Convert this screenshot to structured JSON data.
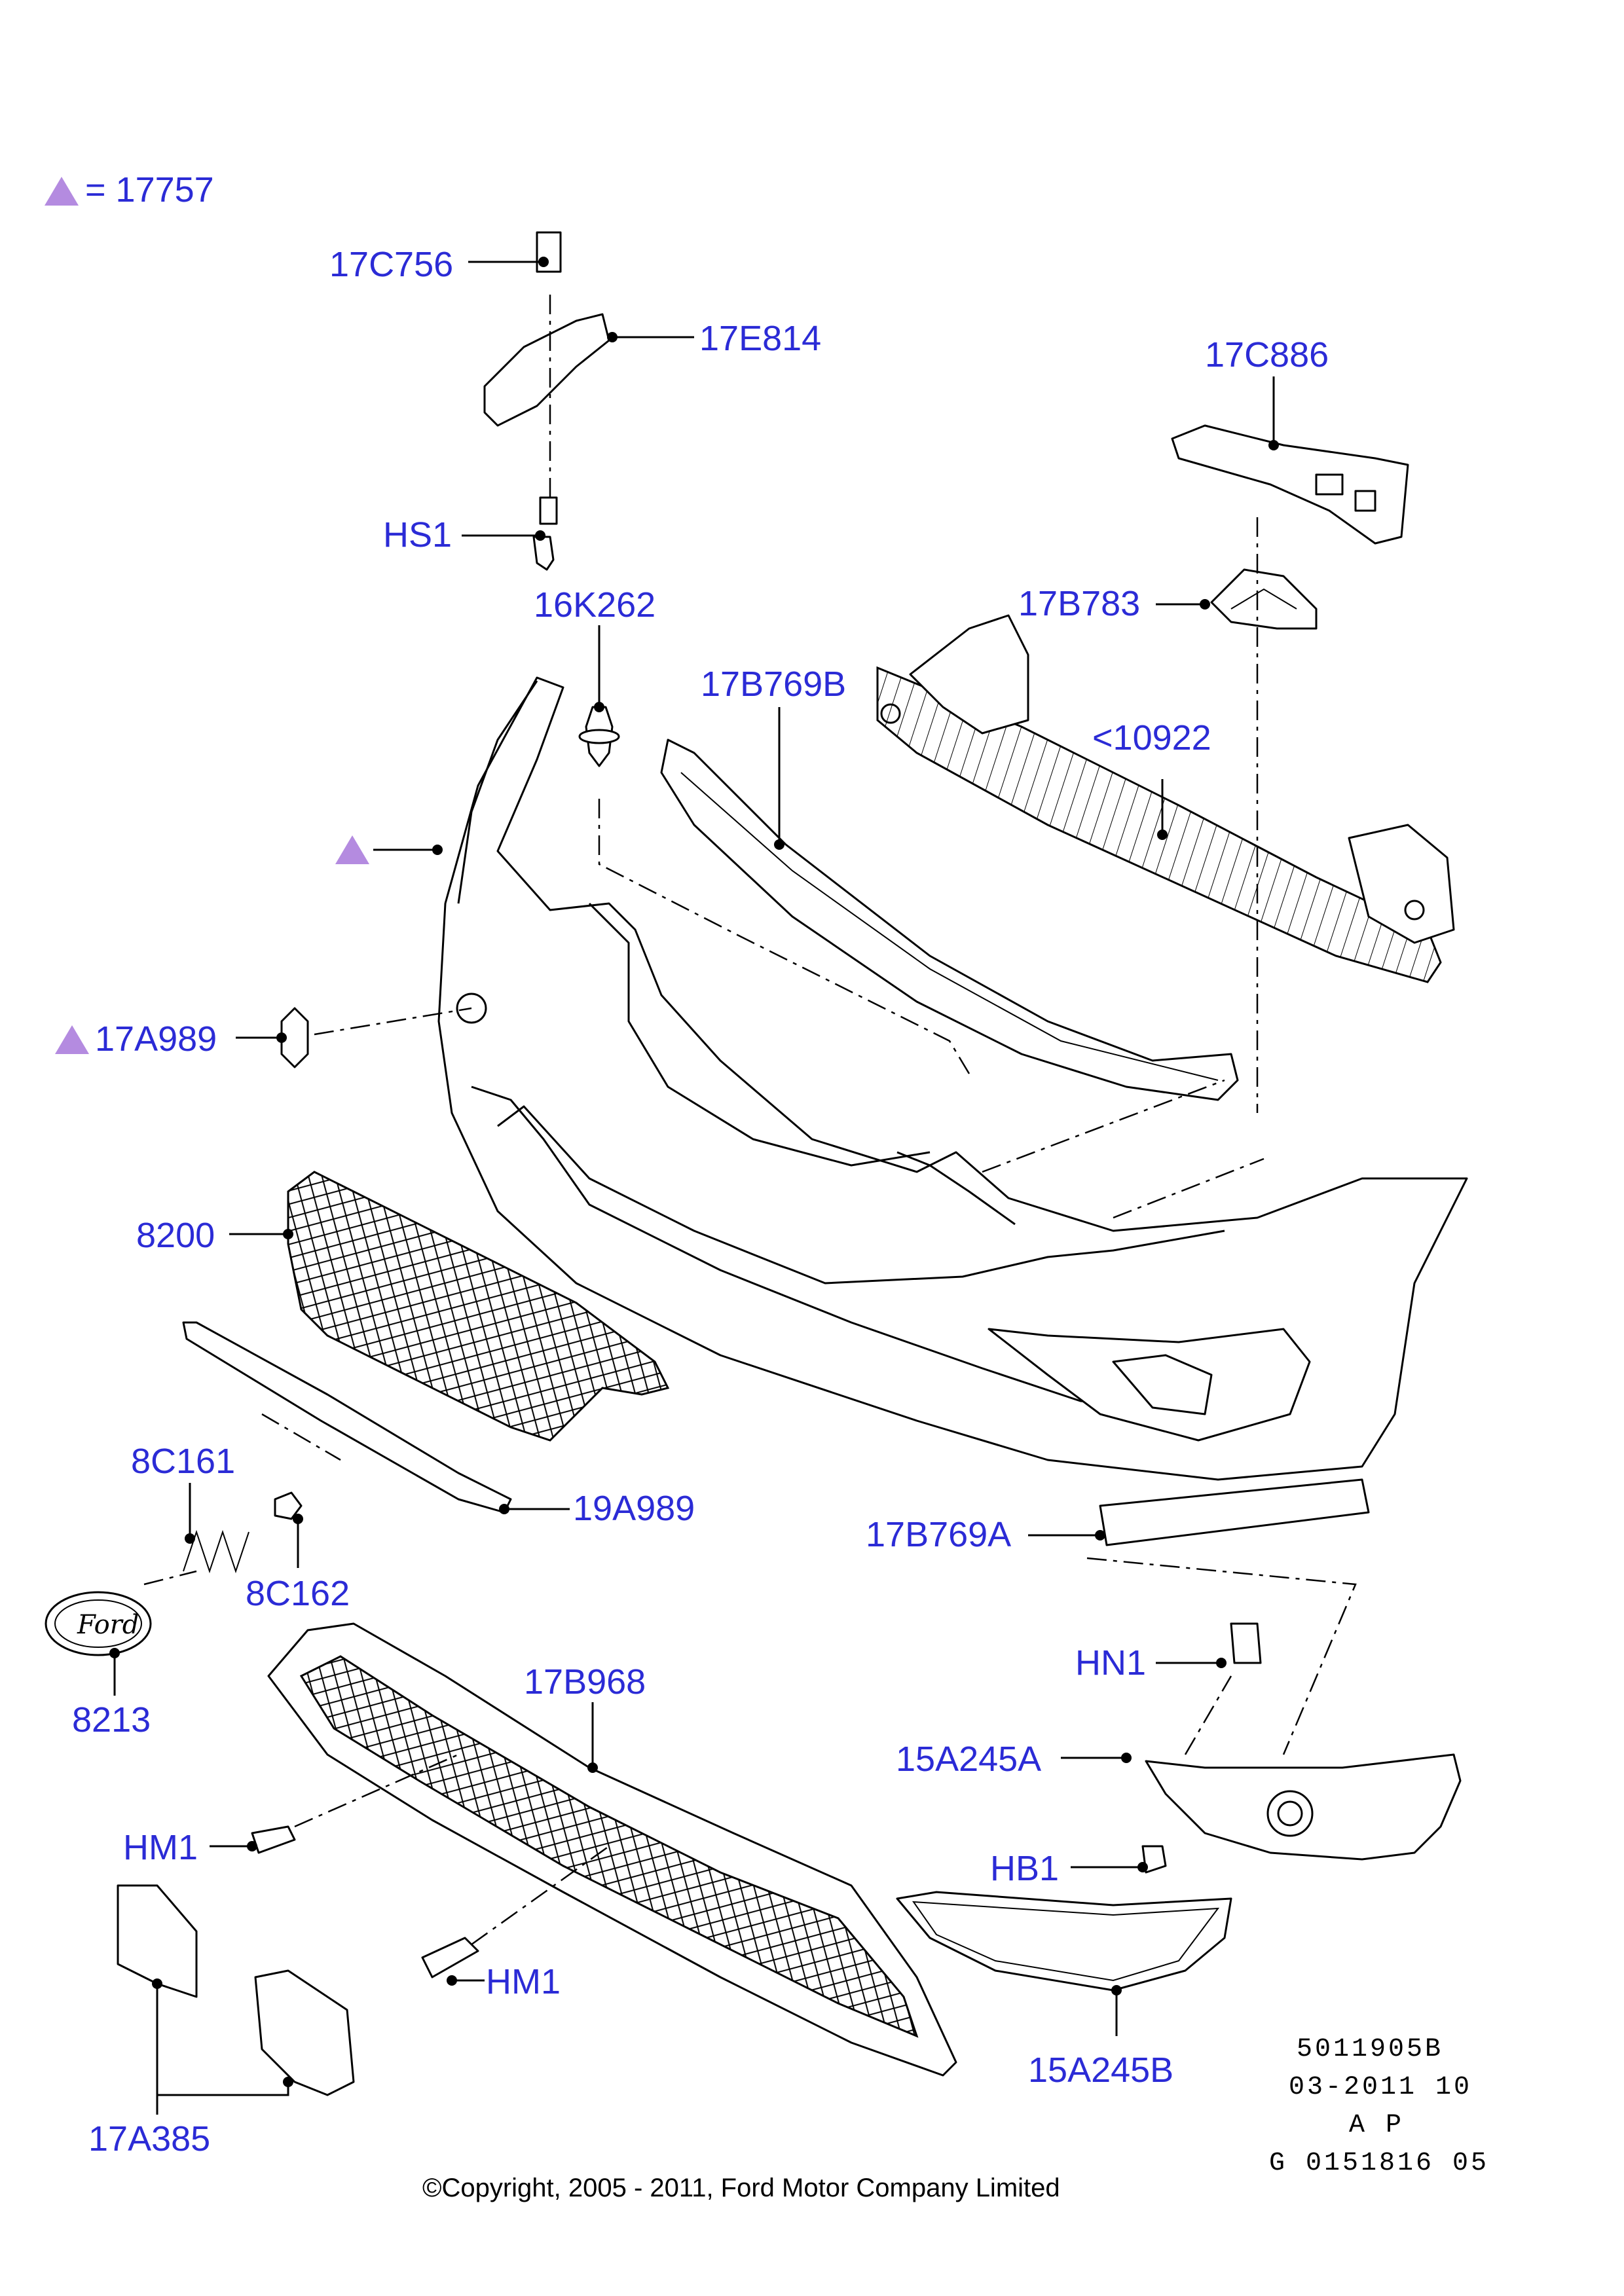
{
  "legend": {
    "symbol": "triangle",
    "symbol_color": "#b48be0",
    "text": "= 17757"
  },
  "callouts": {
    "c17C756": "17C756",
    "c17E814": "17E814",
    "cHS1": "HS1",
    "c17C886": "17C886",
    "c16K262": "16K262",
    "c17B769B": "17B769B",
    "c17B783": "17B783",
    "c10922": "<10922",
    "c17A989": "17A989",
    "c8200": "8200",
    "c8C161": "8C161",
    "c19A989": "19A989",
    "c8C162": "8C162",
    "c17B769A": "17B769A",
    "c8213": "8213",
    "c17B968": "17B968",
    "cHN1": "HN1",
    "c15A245A": "15A245A",
    "cHM1a": "HM1",
    "cHB1": "HB1",
    "cHM1b": "HM1",
    "c15A245B": "15A245B",
    "c17A385": "17A385"
  },
  "label_color": "#2b2bd6",
  "drawing_info": {
    "number": "5011905B",
    "date": "03-2011 10",
    "code": "A P",
    "ref": "G 0151816 05"
  },
  "emblem_text": "Ford",
  "copyright": "©Copyright, 2005 - 2011, Ford Motor Company Limited"
}
